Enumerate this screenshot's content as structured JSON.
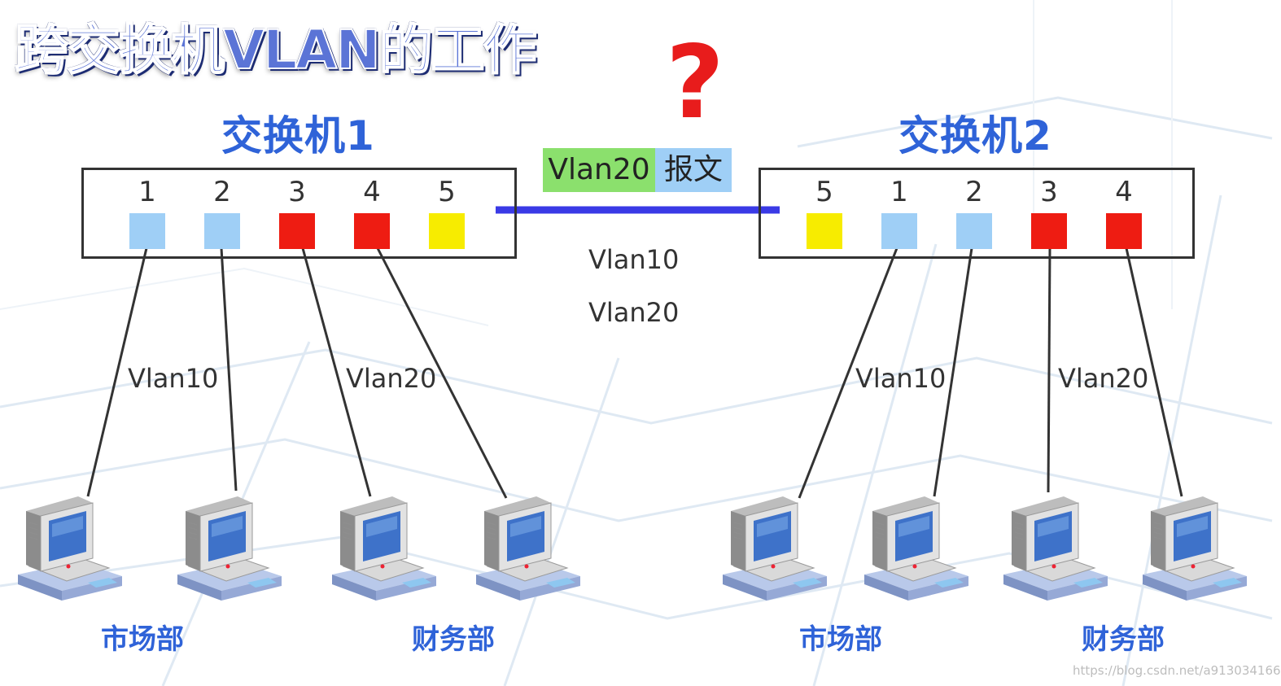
{
  "title": "跨交换机VLAN的工作",
  "question_mark": "?",
  "colors": {
    "vlan10": "#9fcff6",
    "vlan20": "#ee1c12",
    "trunk": "#f7ec00",
    "trunk_link": "#3a3ae6",
    "accent_blue": "#2f63d8",
    "tag_green": "#8be06d",
    "tag_blue": "#9fcff6"
  },
  "frame": {
    "vlan_tag": "Vlan20",
    "payload_label": "报文"
  },
  "trunk_vlans": [
    "Vlan10",
    "Vlan20"
  ],
  "switches": [
    {
      "label": "交换机1",
      "ports": [
        {
          "num": "1",
          "vlan": "vlan10"
        },
        {
          "num": "2",
          "vlan": "vlan10"
        },
        {
          "num": "3",
          "vlan": "vlan20"
        },
        {
          "num": "4",
          "vlan": "vlan20"
        },
        {
          "num": "5",
          "vlan": "trunk"
        }
      ],
      "link_labels": [
        "Vlan10",
        "Vlan20"
      ],
      "departments": [
        "市场部",
        "财务部"
      ]
    },
    {
      "label": "交换机2",
      "ports": [
        {
          "num": "5",
          "vlan": "trunk"
        },
        {
          "num": "1",
          "vlan": "vlan10"
        },
        {
          "num": "2",
          "vlan": "vlan10"
        },
        {
          "num": "3",
          "vlan": "vlan20"
        },
        {
          "num": "4",
          "vlan": "vlan20"
        }
      ],
      "link_labels": [
        "Vlan10",
        "Vlan20"
      ],
      "departments": [
        "市场部",
        "财务部"
      ]
    }
  ],
  "computer_icon": "computer-icon",
  "watermark": "https://blog.csdn.net/a913034166"
}
